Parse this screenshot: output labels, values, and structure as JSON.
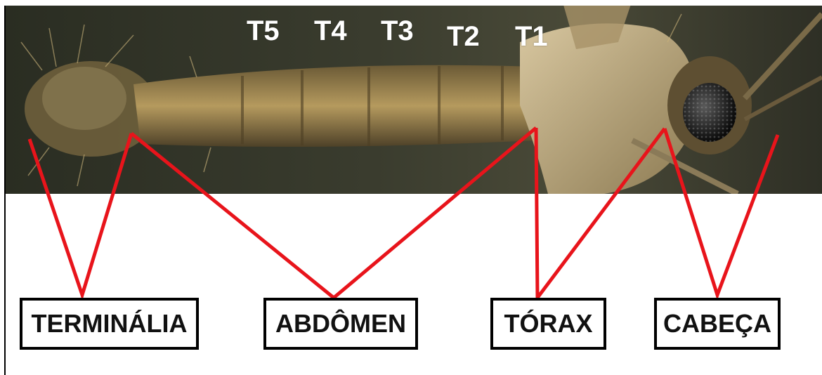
{
  "segments": [
    "T5",
    "T4",
    "T3",
    "T2",
    "T1"
  ],
  "parts": {
    "terminalia": "TERMINÁLIA",
    "abdomen": "ABDÔMEN",
    "torax": "TÓRAX",
    "cabeca": "CABEÇA"
  },
  "colors": {
    "leader_lines": "#e8141b",
    "segment_text": "#ffffff",
    "box_border": "#000000",
    "background": "#ffffff"
  }
}
